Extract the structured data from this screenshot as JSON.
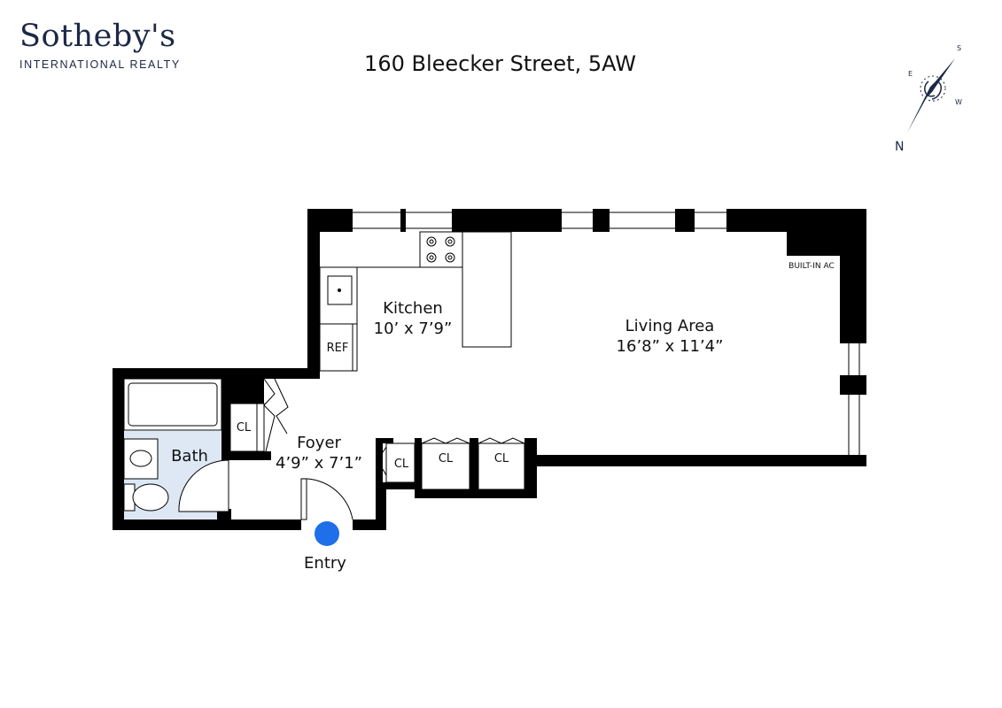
{
  "brand": {
    "name": "Sotheby's",
    "tagline": "INTERNATIONAL REALTY",
    "color": "#1c2846"
  },
  "title": "160 Bleecker Street, 5AW",
  "compass": {
    "north": "N",
    "south": "S",
    "east": "E",
    "west": "W"
  },
  "rooms": {
    "kitchen": {
      "name": "Kitchen",
      "dims": "10’ x 7’9”"
    },
    "living": {
      "name": "Living Area",
      "dims": "16’8” x 11’4”"
    },
    "foyer": {
      "name": "Foyer",
      "dims": "4’9” x 7’1”"
    },
    "bath": {
      "name": "Bath"
    }
  },
  "fixtures": {
    "ref": "REF",
    "ac": "BUILT-IN AC",
    "closet": "CL"
  },
  "entry": {
    "label": "Entry",
    "marker_color": "#1f6fea"
  },
  "colors": {
    "wall": "#000000",
    "bath_floor": "#dde8f4"
  }
}
